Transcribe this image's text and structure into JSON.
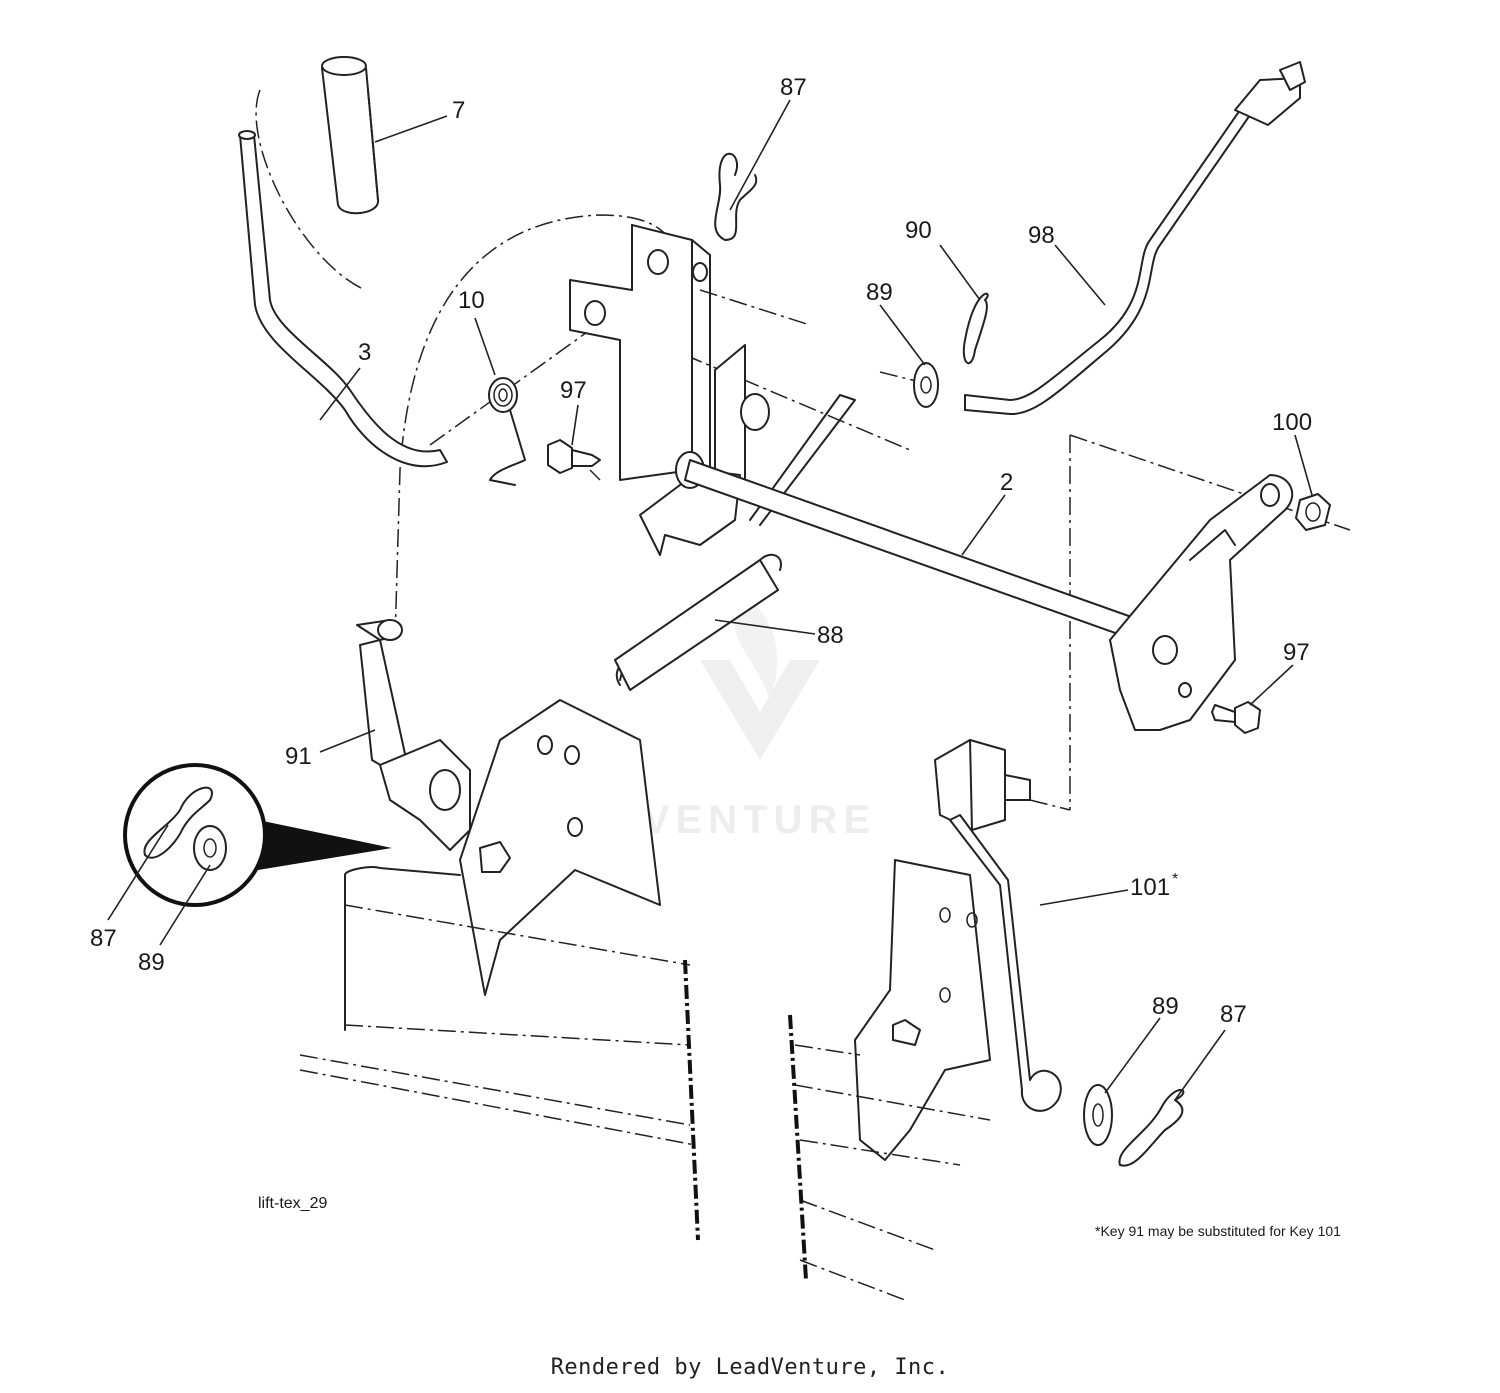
{
  "diagram": {
    "labels": {
      "k7": "7",
      "k87_top": "87",
      "k90": "90",
      "k98": "98",
      "k89_top": "89",
      "k10": "10",
      "k3": "3",
      "k97_left": "97",
      "k100": "100",
      "k2": "2",
      "k88": "88",
      "k97_right": "97",
      "k91": "91",
      "k101": "101",
      "k101_mark": "*",
      "k87_circle": "87",
      "k89_circle": "89",
      "k89_bottom": "89",
      "k87_bottom": "87"
    },
    "figure_id": "lift-tex_29",
    "footnote": "*Key 91 may be substituted for Key 101",
    "watermark": "LEADVENTURE"
  },
  "footer": {
    "text": "Rendered by LeadVenture, Inc."
  }
}
